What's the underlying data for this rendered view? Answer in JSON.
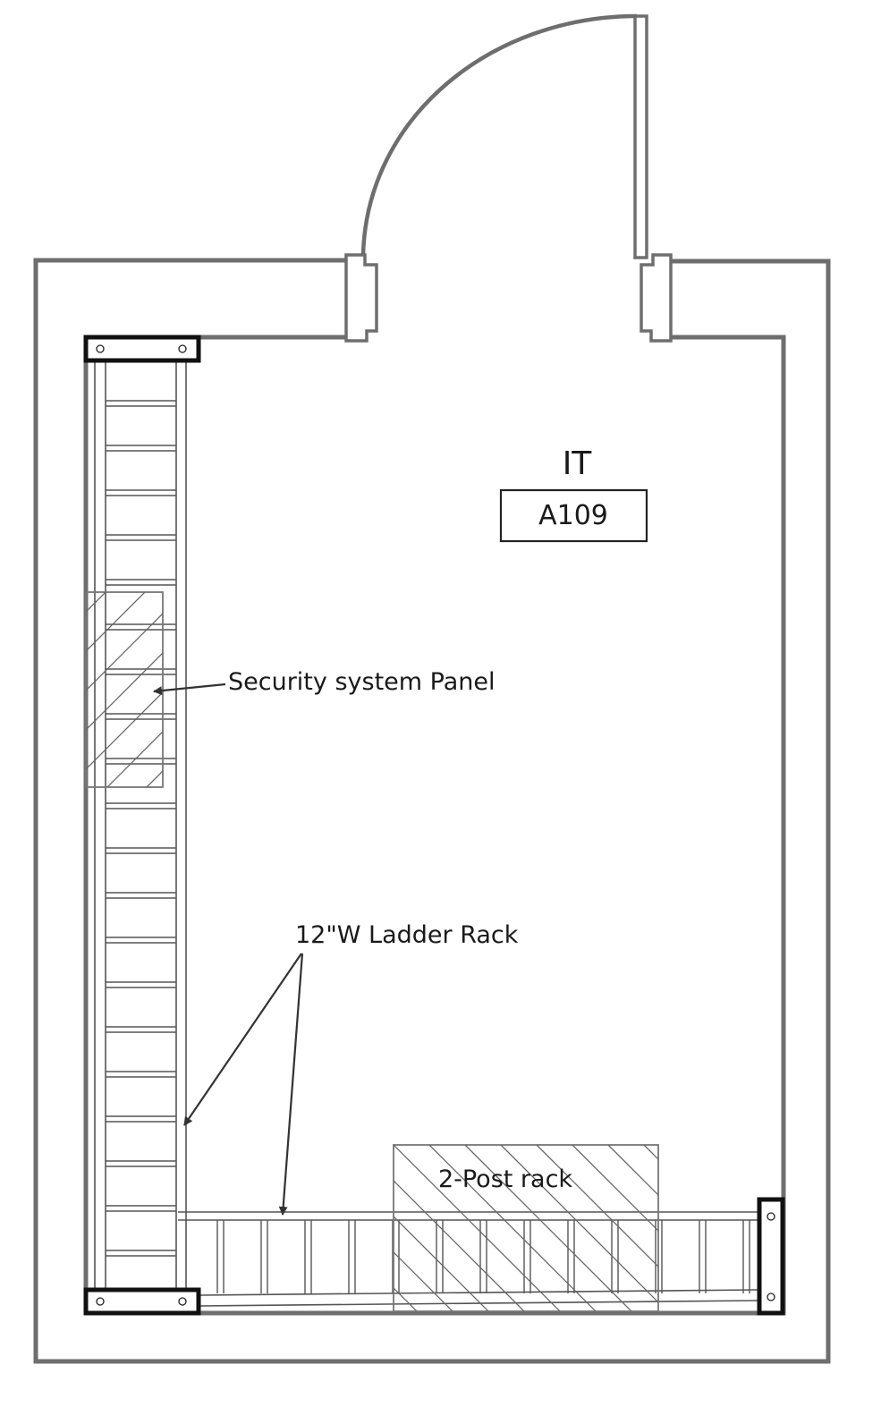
{
  "room": {
    "name": "IT",
    "number": "A109"
  },
  "callouts": {
    "security_panel": "Security system Panel",
    "ladder_rack": "12\"W Ladder Rack",
    "two_post_rack": "2-Post rack"
  }
}
